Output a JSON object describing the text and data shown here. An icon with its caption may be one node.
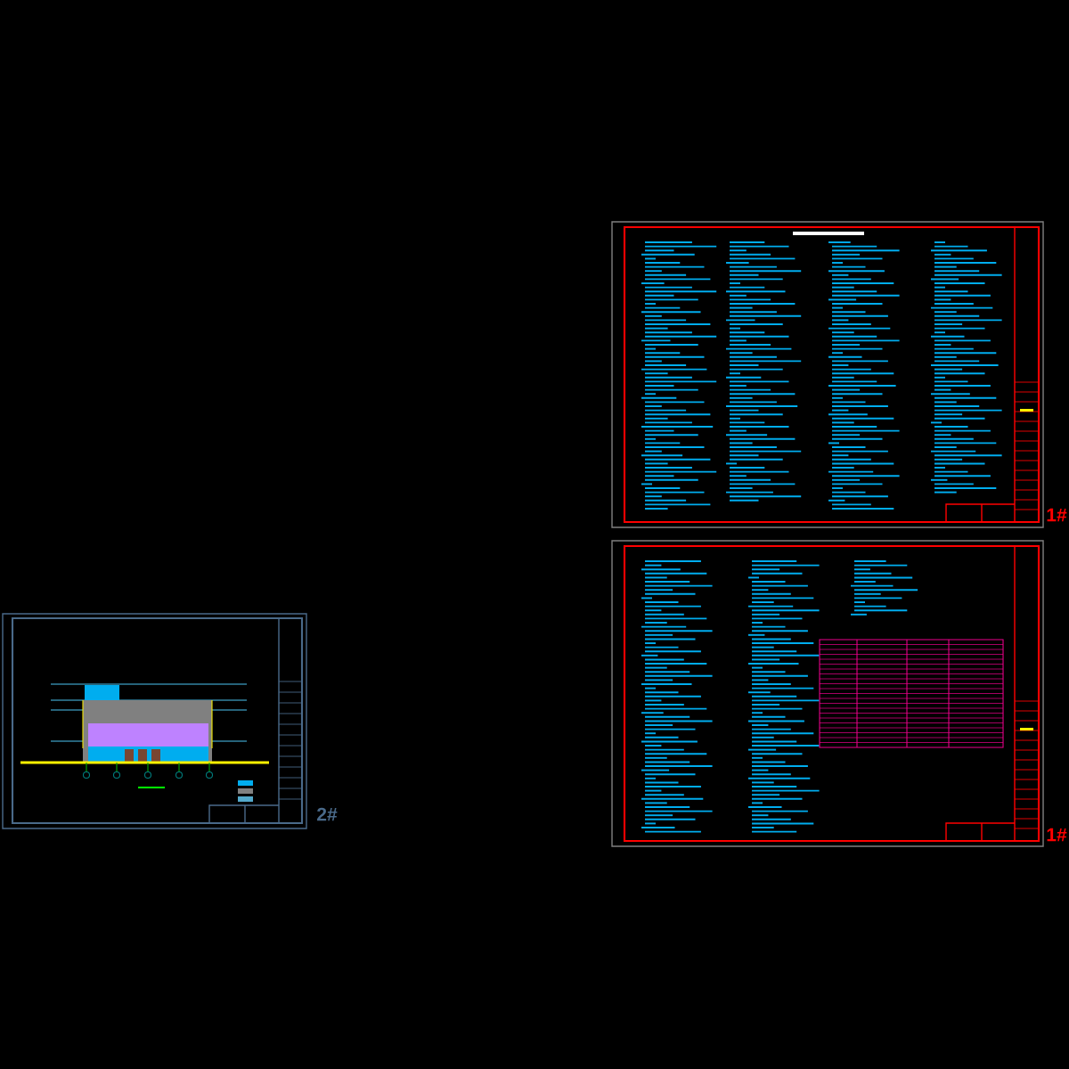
{
  "diagram": {
    "labels": [
      "2#",
      "1#",
      "1#"
    ]
  }
}
